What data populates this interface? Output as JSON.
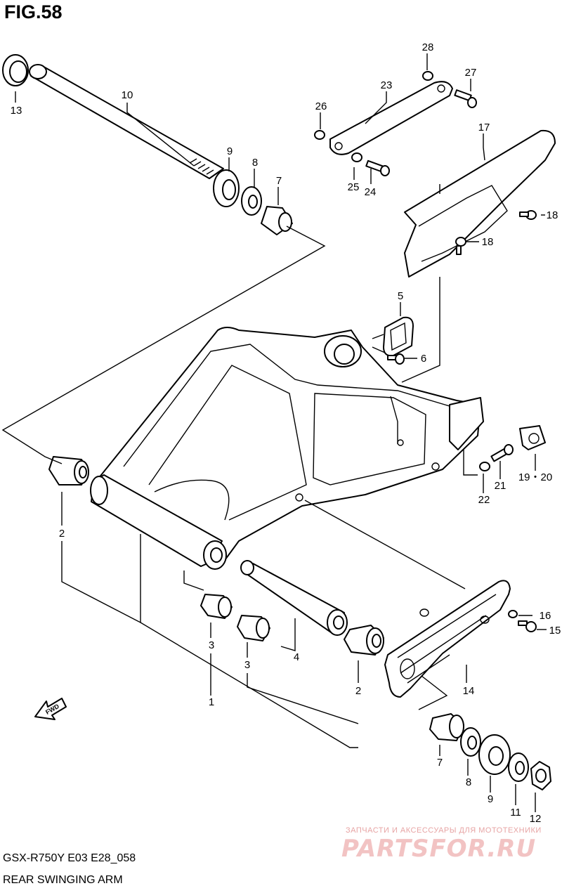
{
  "figure": {
    "title": "FIG.58"
  },
  "footer": {
    "model_code": "GSX-R750Y E03 E28_058",
    "section_title": "REAR SWINGING ARM"
  },
  "watermark": {
    "tagline": "ЗАПЧАСТИ И АКСЕССУАРЫ ДЛЯ МОТОТЕХНИКИ",
    "logo": "PARTSFOR.RU",
    "color": "#f2c3c3"
  },
  "fwd_arrow": {
    "label": "FWD"
  },
  "callouts": {
    "c1": "1",
    "c2a": "2",
    "c2b": "2",
    "c3a": "3",
    "c3b": "3",
    "c4": "4",
    "c5": "5",
    "c6": "6",
    "c7a": "7",
    "c7b": "7",
    "c8a": "8",
    "c8b": "8",
    "c9a": "9",
    "c9b": "9",
    "c10": "10",
    "c11": "11",
    "c12": "12",
    "c13": "13",
    "c14": "14",
    "c15": "15",
    "c16": "16",
    "c17": "17",
    "c18a": "18",
    "c18b": "18",
    "c1920": "19・20",
    "c21": "21",
    "c22": "22",
    "c23": "23",
    "c24": "24",
    "c25": "25",
    "c26": "26",
    "c27": "27",
    "c28": "28"
  }
}
